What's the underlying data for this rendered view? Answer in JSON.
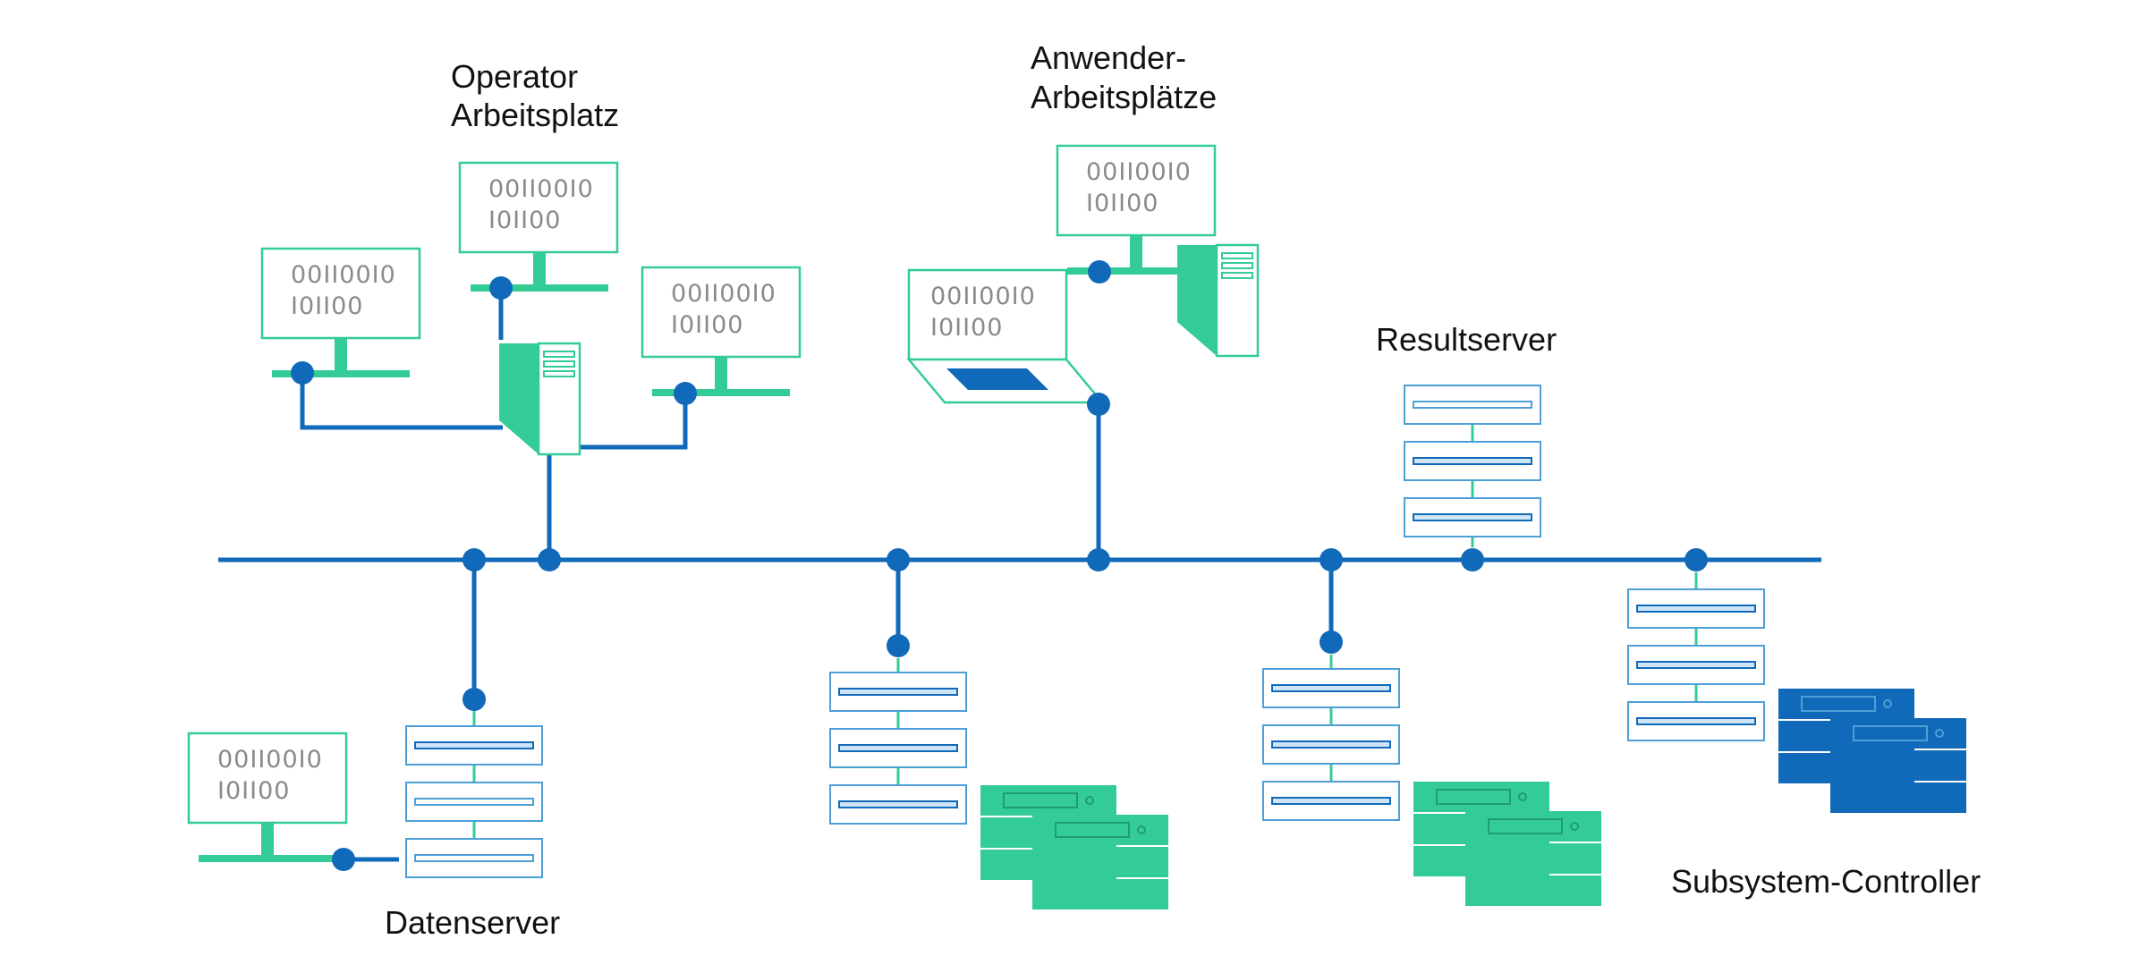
{
  "labels": {
    "operator_line1": "Operator",
    "operator_line2": "Arbeitsplatz",
    "anwender_line1": "Anwender-",
    "anwender_line2": "Arbeitsplätze",
    "resultserver": "Resultserver",
    "datenserver": "Datenserver",
    "subsystem_controller": "Subsystem-Controller"
  },
  "screen_text": {
    "line1": "00II00I0",
    "line2": "I0II00"
  },
  "colors": {
    "network_blue": "#1169b9",
    "device_green": "#34cc96",
    "server_outline": "#4d9fd6",
    "controller_blue": "#1169b9",
    "controller_green": "#34cc96",
    "text": "#111111",
    "binary_text": "#8a8a8a"
  }
}
